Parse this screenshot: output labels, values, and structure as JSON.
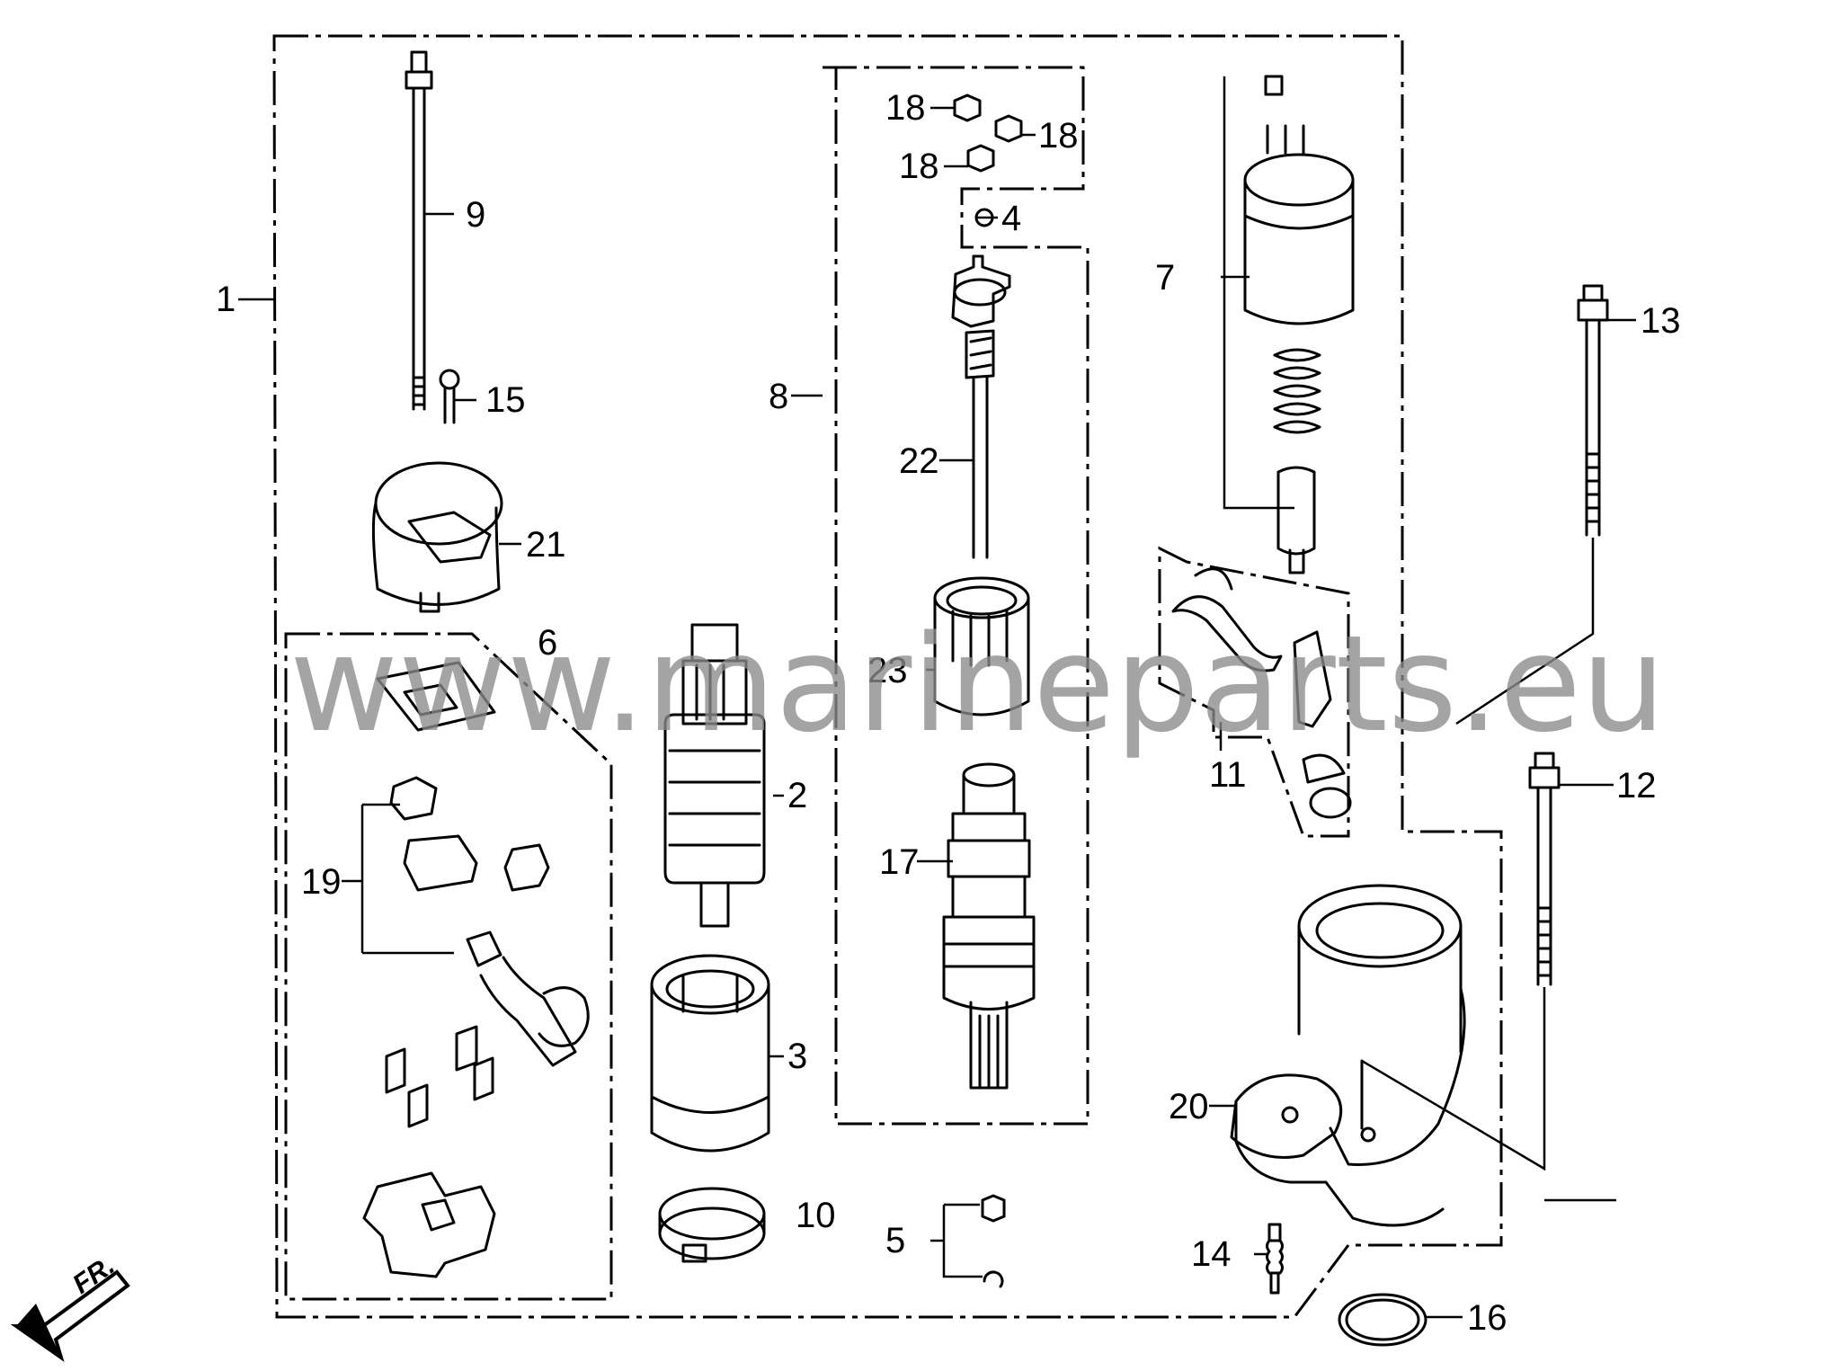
{
  "watermark": "www.marineparts.eu",
  "direction_label": "FR.",
  "callouts": {
    "c1": "1",
    "c2": "2",
    "c3": "3",
    "c4": "4",
    "c5": "5",
    "c6": "6",
    "c7": "7",
    "c8": "8",
    "c9": "9",
    "c10": "10",
    "c11": "11",
    "c12": "12",
    "c13": "13",
    "c14": "14",
    "c15": "15",
    "c16": "16",
    "c17": "17",
    "c18a": "18",
    "c18b": "18",
    "c18c": "18",
    "c19": "19",
    "c20": "20",
    "c21": "21",
    "c22": "22",
    "c23": "23"
  }
}
